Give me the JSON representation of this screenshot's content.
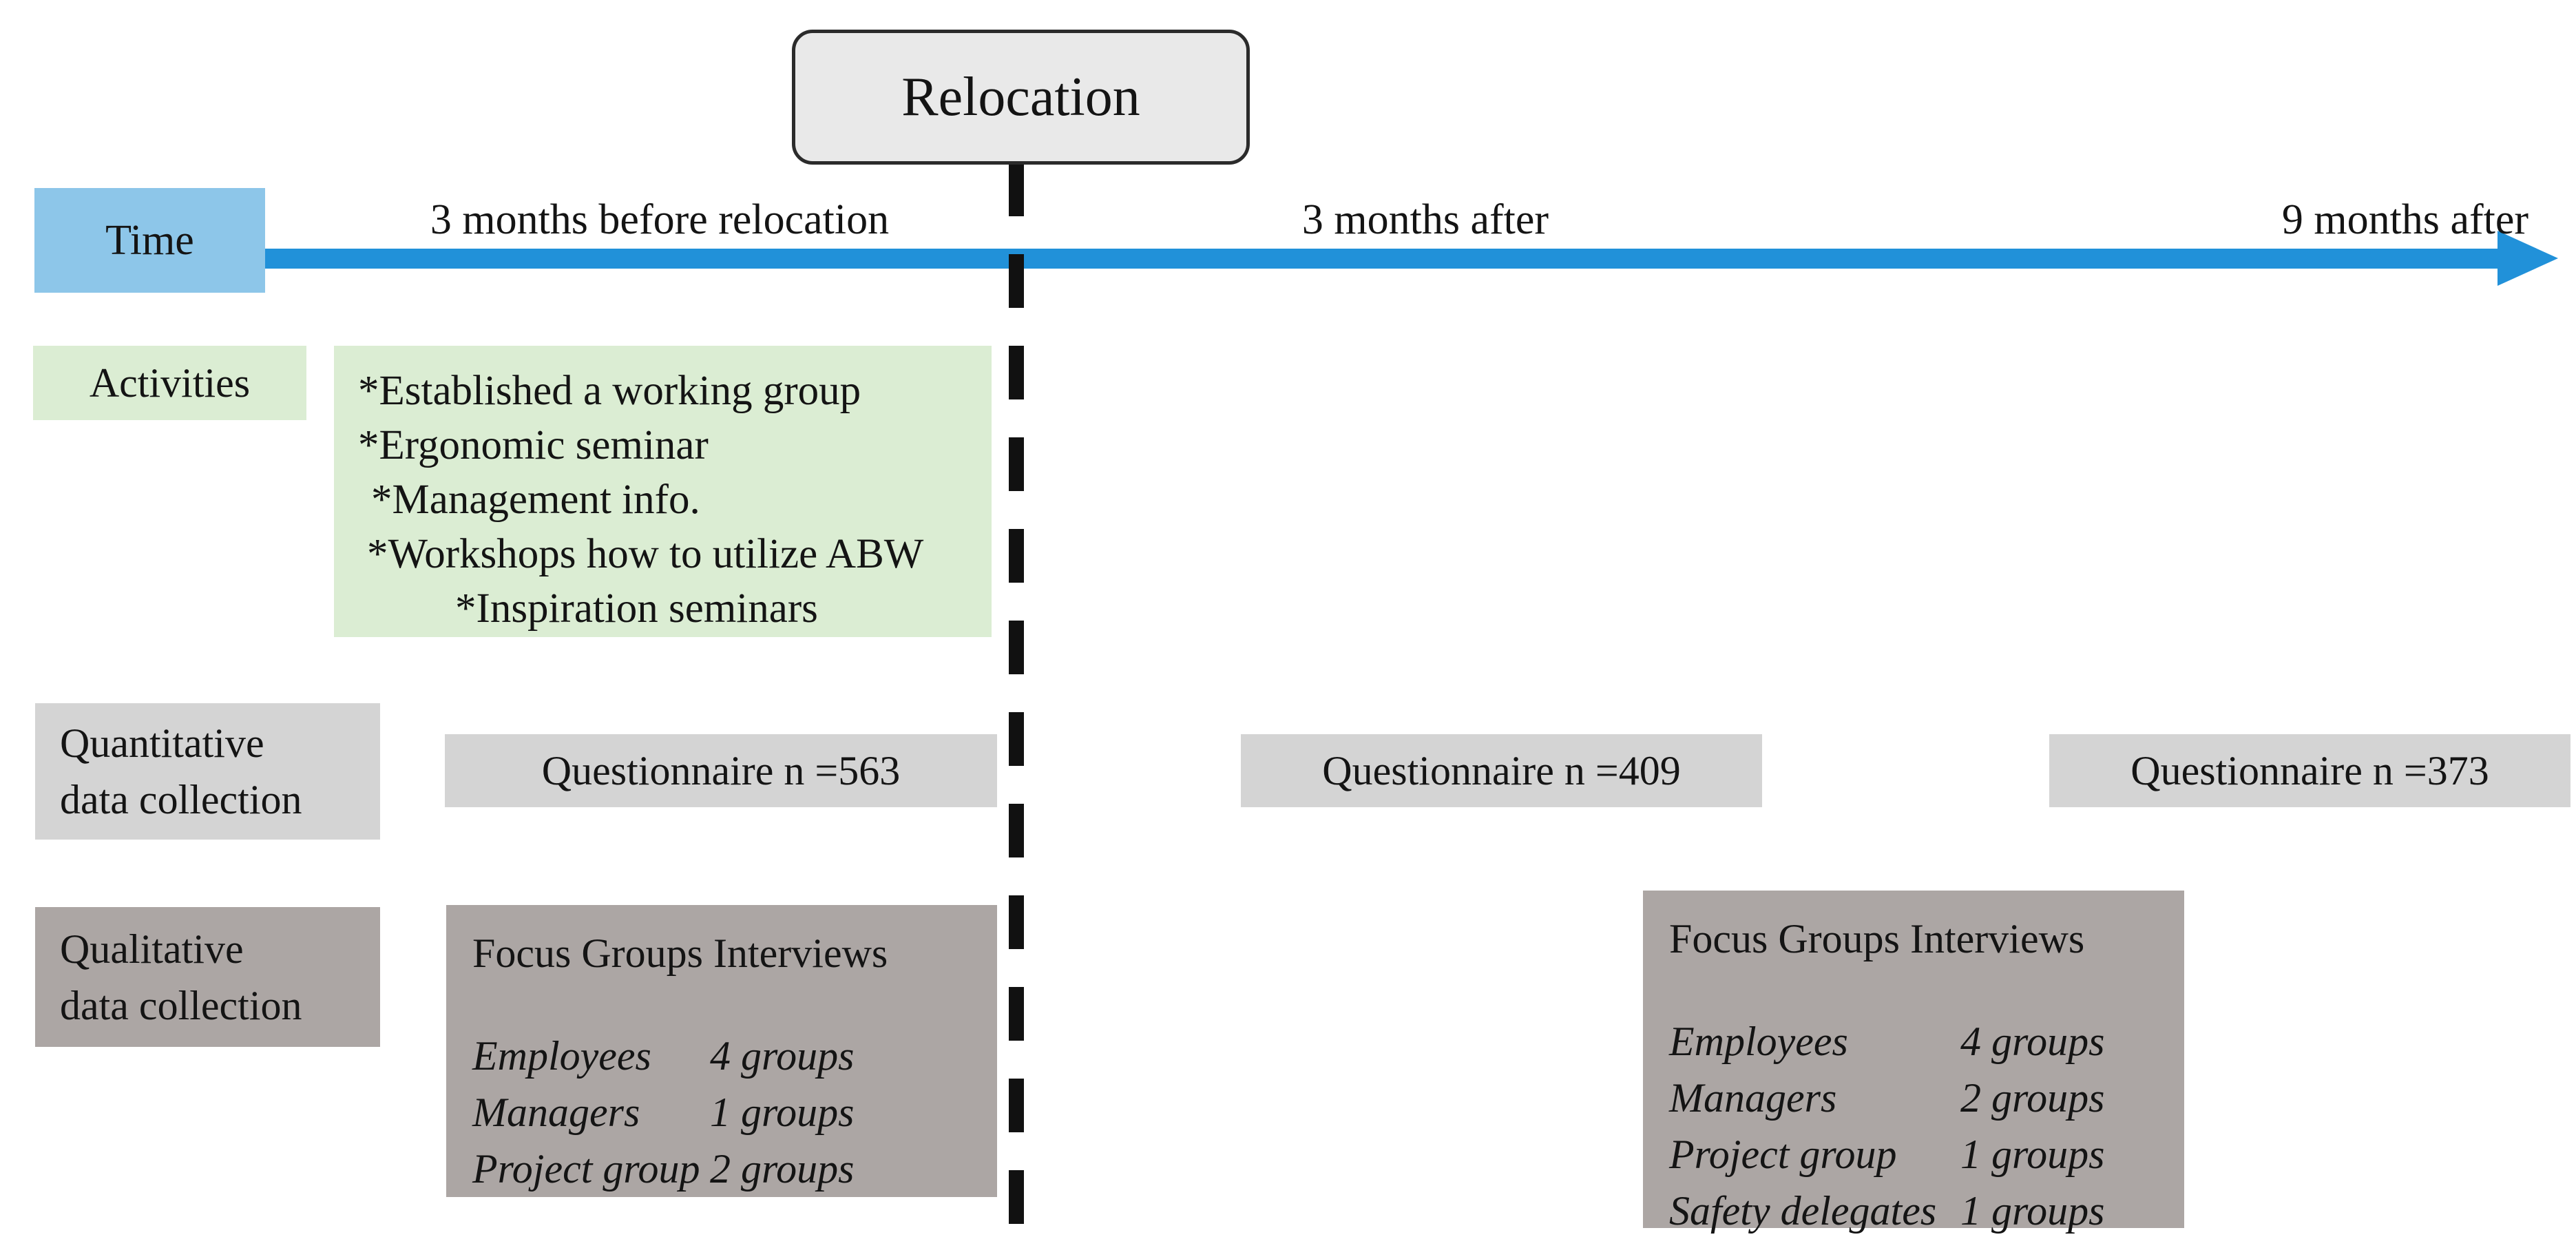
{
  "relocation_label": "Relocation",
  "timeline": {
    "axis_label": "Time",
    "markers": [
      "3 months before relocation",
      "3 months after",
      "9 months after"
    ]
  },
  "activities": {
    "label": "Activities",
    "items": [
      "*Established a working group",
      "*Ergonomic seminar",
      "*Management info.",
      "*Workshops how to utilize ABW",
      "*Inspiration seminars"
    ]
  },
  "quantitative": {
    "label_line1": "Quantitative",
    "label_line2": "data collection",
    "questionnaires": [
      "Questionnaire n =563",
      "Questionnaire n =409",
      "Questionnaire n =373"
    ]
  },
  "qualitative": {
    "label_line1": "Qualitative",
    "label_line2": "data collection",
    "focus_boxes": [
      {
        "title": "Focus Groups Interviews",
        "rows": [
          {
            "who": "Employees",
            "count": "4 groups"
          },
          {
            "who": "Managers",
            "count": "1 groups"
          },
          {
            "who": "Project group",
            "count": "2 groups"
          }
        ]
      },
      {
        "title": "Focus Groups Interviews",
        "rows": [
          {
            "who": "Employees",
            "count": "4 groups"
          },
          {
            "who": "Managers",
            "count": "2 groups"
          },
          {
            "who": "Project group",
            "count": "1 groups"
          },
          {
            "who": "Safety delegates",
            "count": "1 groups"
          }
        ]
      }
    ]
  },
  "colors": {
    "timeline_blue": "#2191D9",
    "time_box_blue": "#8DC6E9",
    "activities_green": "#DBEDD3",
    "quantitative_gray": "#D4D4D4",
    "qualitative_gray": "#ACA6A4",
    "relocation_fill": "#E9E9E9",
    "dash_black": "#111111"
  }
}
